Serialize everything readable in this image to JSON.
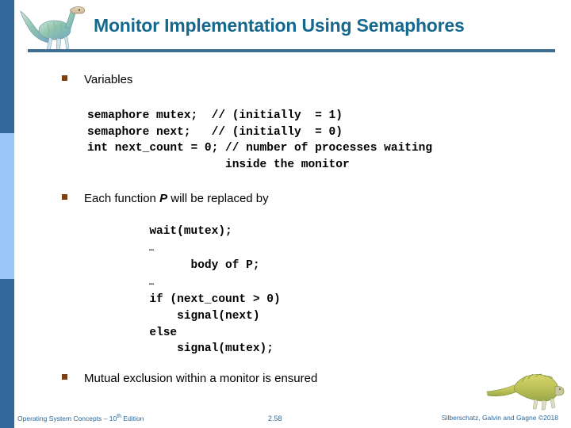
{
  "slide": {
    "title": "Monitor Implementation Using Semaphores",
    "title_color": "#15688e",
    "accent_rule_color": "#3f6f93",
    "stripe_dark_color": "#33689c",
    "stripe_light_color": "#99c7fb",
    "bullet_marker_color": "#7b3f12",
    "background_color": "#ffffff"
  },
  "logos": {
    "header_dino": "dinosaur-logo-icon",
    "footer_dino": "dinosaur-spinosaurus-icon"
  },
  "bullets": [
    {
      "id": "variables",
      "text": "Variables"
    },
    {
      "id": "each-function",
      "text_before": "Each function ",
      "emphasis": "P",
      "text_after": " will be replaced by"
    },
    {
      "id": "mutual-exclusion",
      "text": "Mutual exclusion within a monitor is ensured"
    }
  ],
  "code_variables": {
    "lines": [
      "semaphore mutex;  // (initially  = 1)",
      "semaphore next;   // (initially  = 0)",
      "int next_count = 0; // number of processes waiting",
      "                    inside the monitor"
    ]
  },
  "code_body": {
    "lines": [
      "         wait(mutex);",
      "             ...",
      "               body of P;",
      "             ...",
      "         if (next_count > 0)",
      "             signal(next)",
      "         else",
      "             signal(mutex);"
    ],
    "line_wait": "         wait(mutex);",
    "line_ellipsis_1": "             …",
    "line_body": "               body of P;",
    "line_ellipsis_2": "             …",
    "line_if": "         if (next_count > 0)",
    "line_signal_next": "             signal(next)",
    "line_else": "         else",
    "line_signal_mutex": "             signal(mutex);"
  },
  "footer": {
    "left_pre": "Operating System Concepts – 10",
    "left_sup": "th",
    "left_post": " Edition",
    "page_number": "2.58",
    "right": "Silberschatz, Galvin and Gagne ©2018"
  }
}
